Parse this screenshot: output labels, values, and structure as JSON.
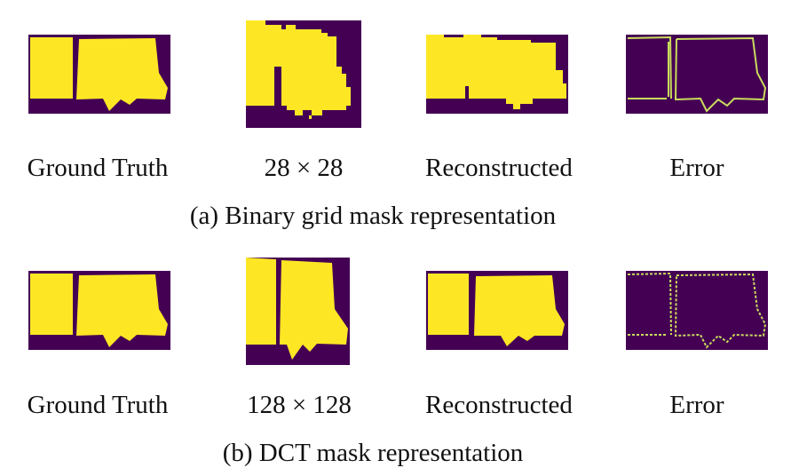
{
  "colors": {
    "background": "#440154",
    "foreground": "#fde725",
    "error_line": "#c9dc5c"
  },
  "rows": [
    {
      "caption": "(a) Binary grid mask representation",
      "labels": [
        "Ground Truth",
        "28 × 28",
        "Reconstructed",
        "Error"
      ]
    },
    {
      "caption": "(b) DCT mask representation",
      "labels": [
        "Ground Truth",
        "128 × 128",
        "Reconstructed",
        "Error"
      ]
    }
  ]
}
